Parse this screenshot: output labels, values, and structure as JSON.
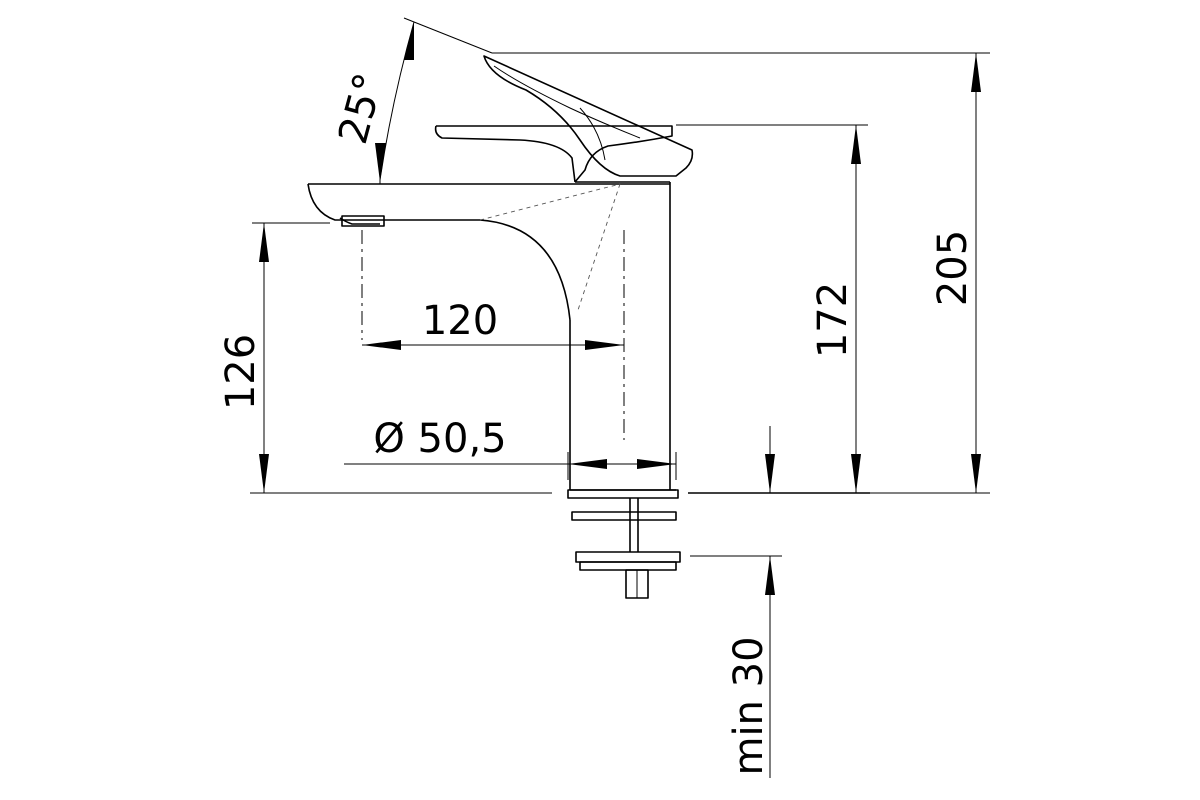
{
  "dimensions": {
    "angle": "25°",
    "overall_height": "205",
    "lever_height": "172",
    "spout_height": "126",
    "spout_reach": "120",
    "body_diameter": "Ø 50,5",
    "min_deck": "min 30"
  }
}
